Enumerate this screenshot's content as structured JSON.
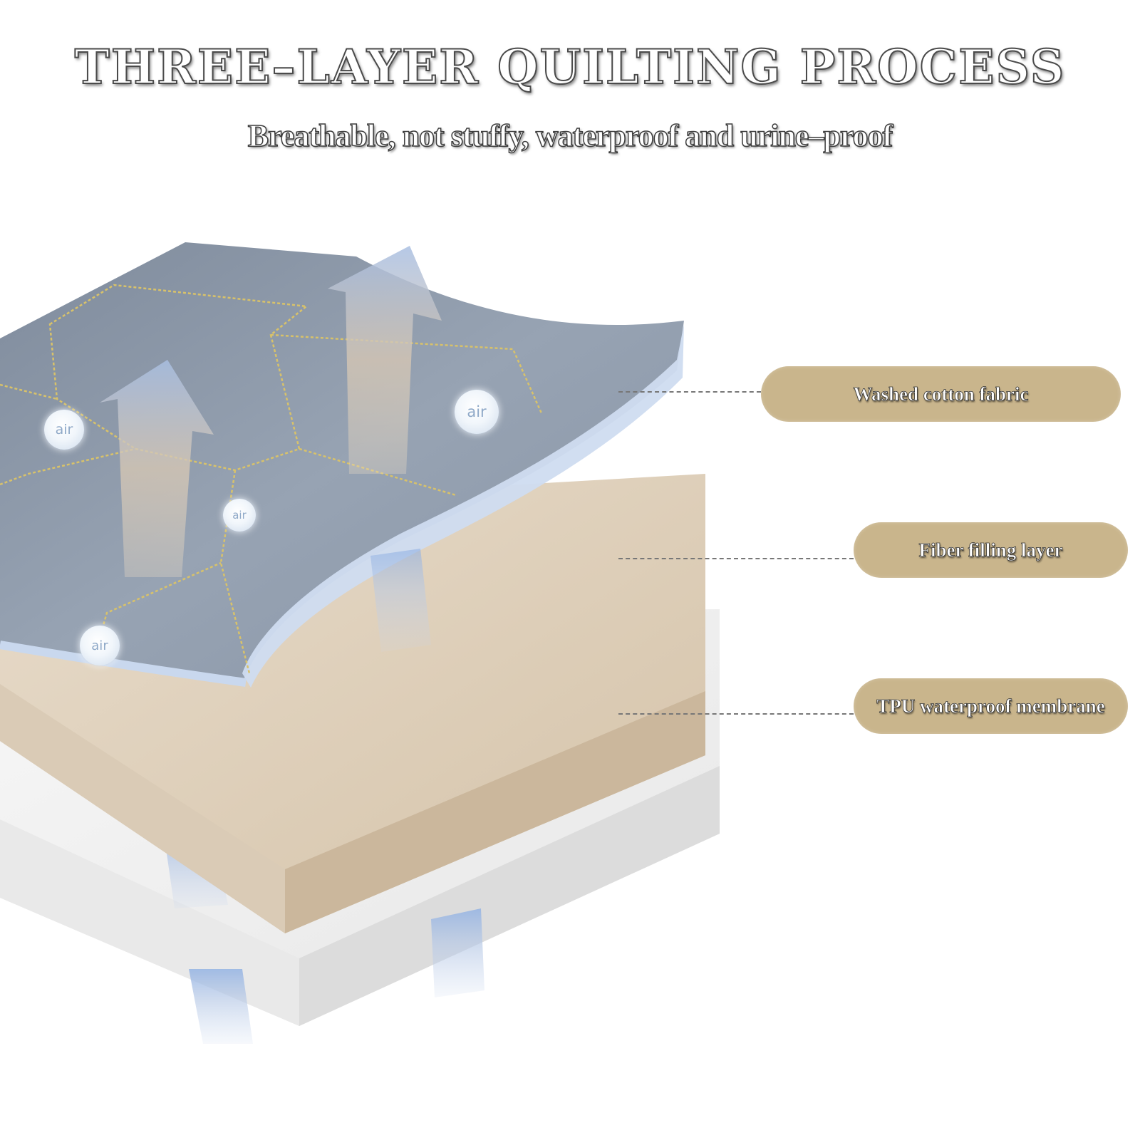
{
  "header": {
    "title": "THREE–LAYER QUILTING PROCESS",
    "subtitle": "Breathable, not stuffy, waterproof and urine–proof"
  },
  "labels": [
    {
      "text": "Washed cotton fabric"
    },
    {
      "text": "Fiber filling layer"
    },
    {
      "text": "TPU waterproof membrane"
    }
  ],
  "air_badges": [
    "air",
    "air",
    "air",
    "air"
  ],
  "colors": {
    "pill": "#c9b58c",
    "fabric": "#8f9bab",
    "filling": "#d9c9b3",
    "membrane": "#efefef",
    "arrow": "#9fb8e0"
  }
}
